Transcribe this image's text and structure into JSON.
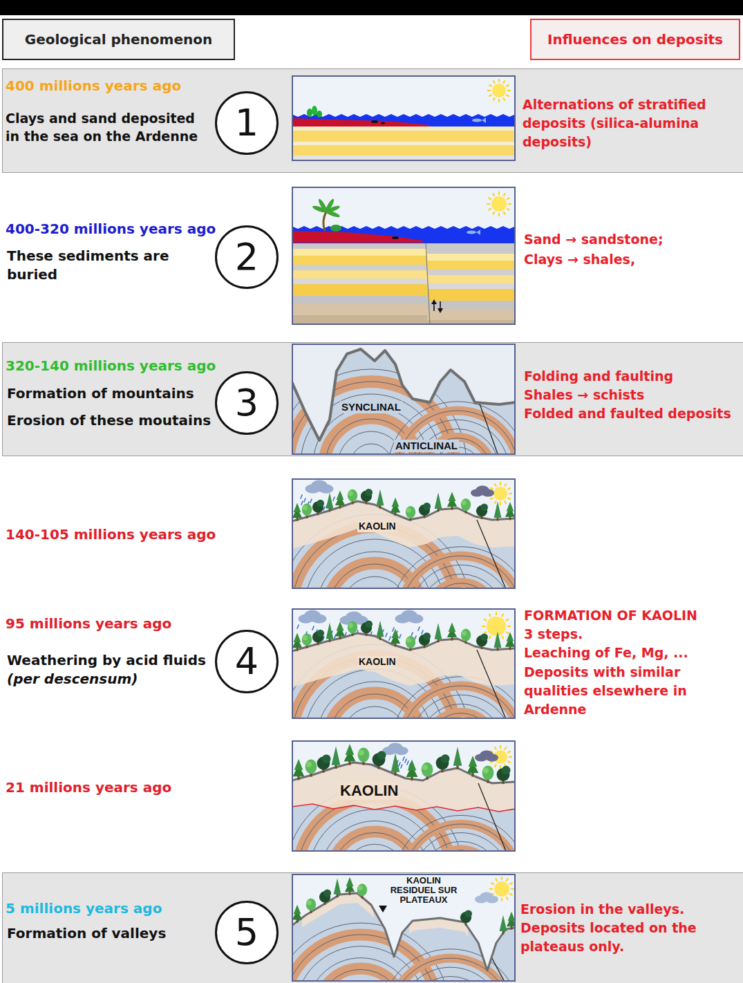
{
  "diagram": {
    "nodes": [
      {
        "text": [
          "Geological phenomenon"
        ]
      },
      {
        "text": [
          "Influences on deposits"
        ]
      },
      {
        "text": [
          "400 millions years ago",
          "Clays and sand deposited in the sea on the Ardenne",
          "Alternations of stratified deposits (silica-alumina deposits)"
        ]
      },
      {
        "text": [
          "1"
        ],
        "in": 2
      },
      {
        "text": [
          "2"
        ]
      },
      {
        "text": [
          "320-140 millions years ago",
          "Formation of mountains",
          "Erosion of these moutains",
          "Folding and faulting",
          "Shales → schists",
          "Folded and faulted deposits"
        ]
      },
      {
        "text": [
          "3"
        ],
        "in": 5
      },
      {
        "text": [
          "SYNCLINAL",
          "ANTICLINAL"
        ],
        "in": 5
      },
      {
        "text": [
          "KAOLIN"
        ]
      },
      {
        "text": [
          "4"
        ]
      },
      {
        "text": [
          "KAOLIN"
        ]
      },
      {
        "text": [
          "KAOLIN"
        ]
      },
      {
        "text": [
          "5 millions years ago",
          "Formation of valleys",
          "Erosion in the valleys. Deposits located on the plateaus only."
        ]
      },
      {
        "text": [
          "5"
        ],
        "in": 12
      },
      {
        "text": [
          "KAOLIN RESIDUEL SUR PLATEAUX"
        ],
        "in": 12
      }
    ],
    "labels": [
      "400-320 millions years ago",
      "These sediments are buried",
      "Sand → sandstone;",
      "Clays → shales,",
      "140-105 millions years ago",
      "95 millions years ago",
      "Weathering by acid fluids",
      "(per descensum)",
      "FORMATION OF KAOLIN",
      "3 steps.",
      "Leaching of Fe, Mg, ...",
      "Deposits with similar qualities elsewhere in Ardenne",
      "21 millions years ago"
    ]
  }
}
